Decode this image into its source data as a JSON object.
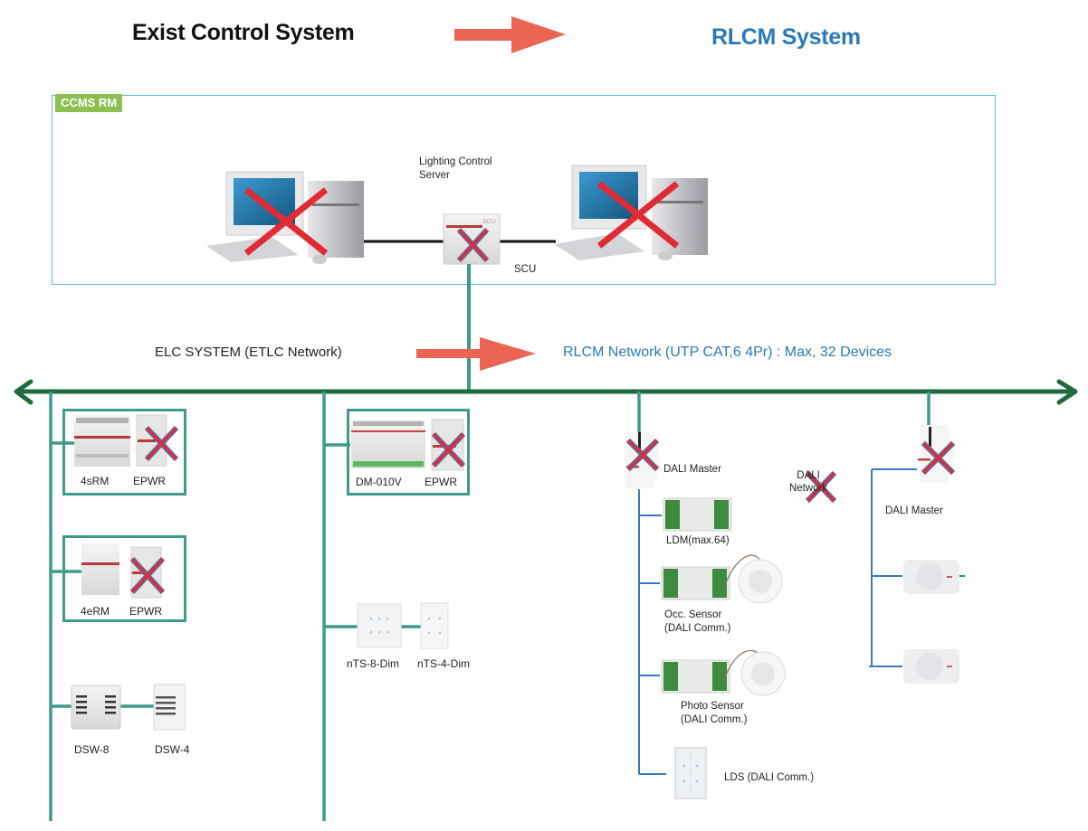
{
  "header": {
    "left_title": "Exist Control System",
    "right_title": "RLCM System",
    "arrow_color": "#ec6552"
  },
  "ccms_box": {
    "tag": "CCMS RM",
    "tag_color": "#8cc152",
    "border_color": "#5bbde0",
    "server_label_line1": "Lighting Control",
    "server_label_line2": "Server",
    "scu_label": "SCU",
    "pc_left": {
      "name": "pc",
      "removed": true
    },
    "pc_right": {
      "name": "pc",
      "removed": true
    },
    "scu": {
      "name": "SCU",
      "removed": true
    }
  },
  "network": {
    "old_label": "ELC SYSTEM (ETLC Network)",
    "new_label": "RLCM  Network (UTP CAT,6 4Pr) : Max, 32 Devices",
    "bus_color": "#1f6b3f",
    "drop_color": "#3f9a8a",
    "dali_line_color": "#3b78c4",
    "cross_color": "#e02b35"
  },
  "branch1": {
    "groups": [
      {
        "device": "4sRM",
        "power": "EPWR",
        "power_removed": true
      },
      {
        "device": "4eRM",
        "power": "EPWR",
        "power_removed": true
      }
    ],
    "switches": [
      "DSW-8",
      "DSW-4"
    ]
  },
  "branch2": {
    "group": {
      "device": "DM-010V",
      "power": "EPWR",
      "power_removed": true
    },
    "switches": [
      "nTS-8-Dim",
      "nTS-4-Dim"
    ]
  },
  "branch3": {
    "master_label": "DALI Master",
    "master_removed": true,
    "dali_network_line1": "DALI",
    "dali_network_line2": "Network",
    "dali_network_removed": true,
    "devices": [
      {
        "label": "LDM(max.64)"
      },
      {
        "label_line1": "Occ. Sensor",
        "label_line2": "(DALI Comm.)"
      },
      {
        "label_line1": "Photo Sensor",
        "label_line2": "(DALI Comm.)"
      },
      {
        "label": "LDS (DALI Comm.)"
      }
    ]
  },
  "branch4": {
    "master_label": "DALI Master",
    "master_removed": true,
    "fixtures": 2
  }
}
